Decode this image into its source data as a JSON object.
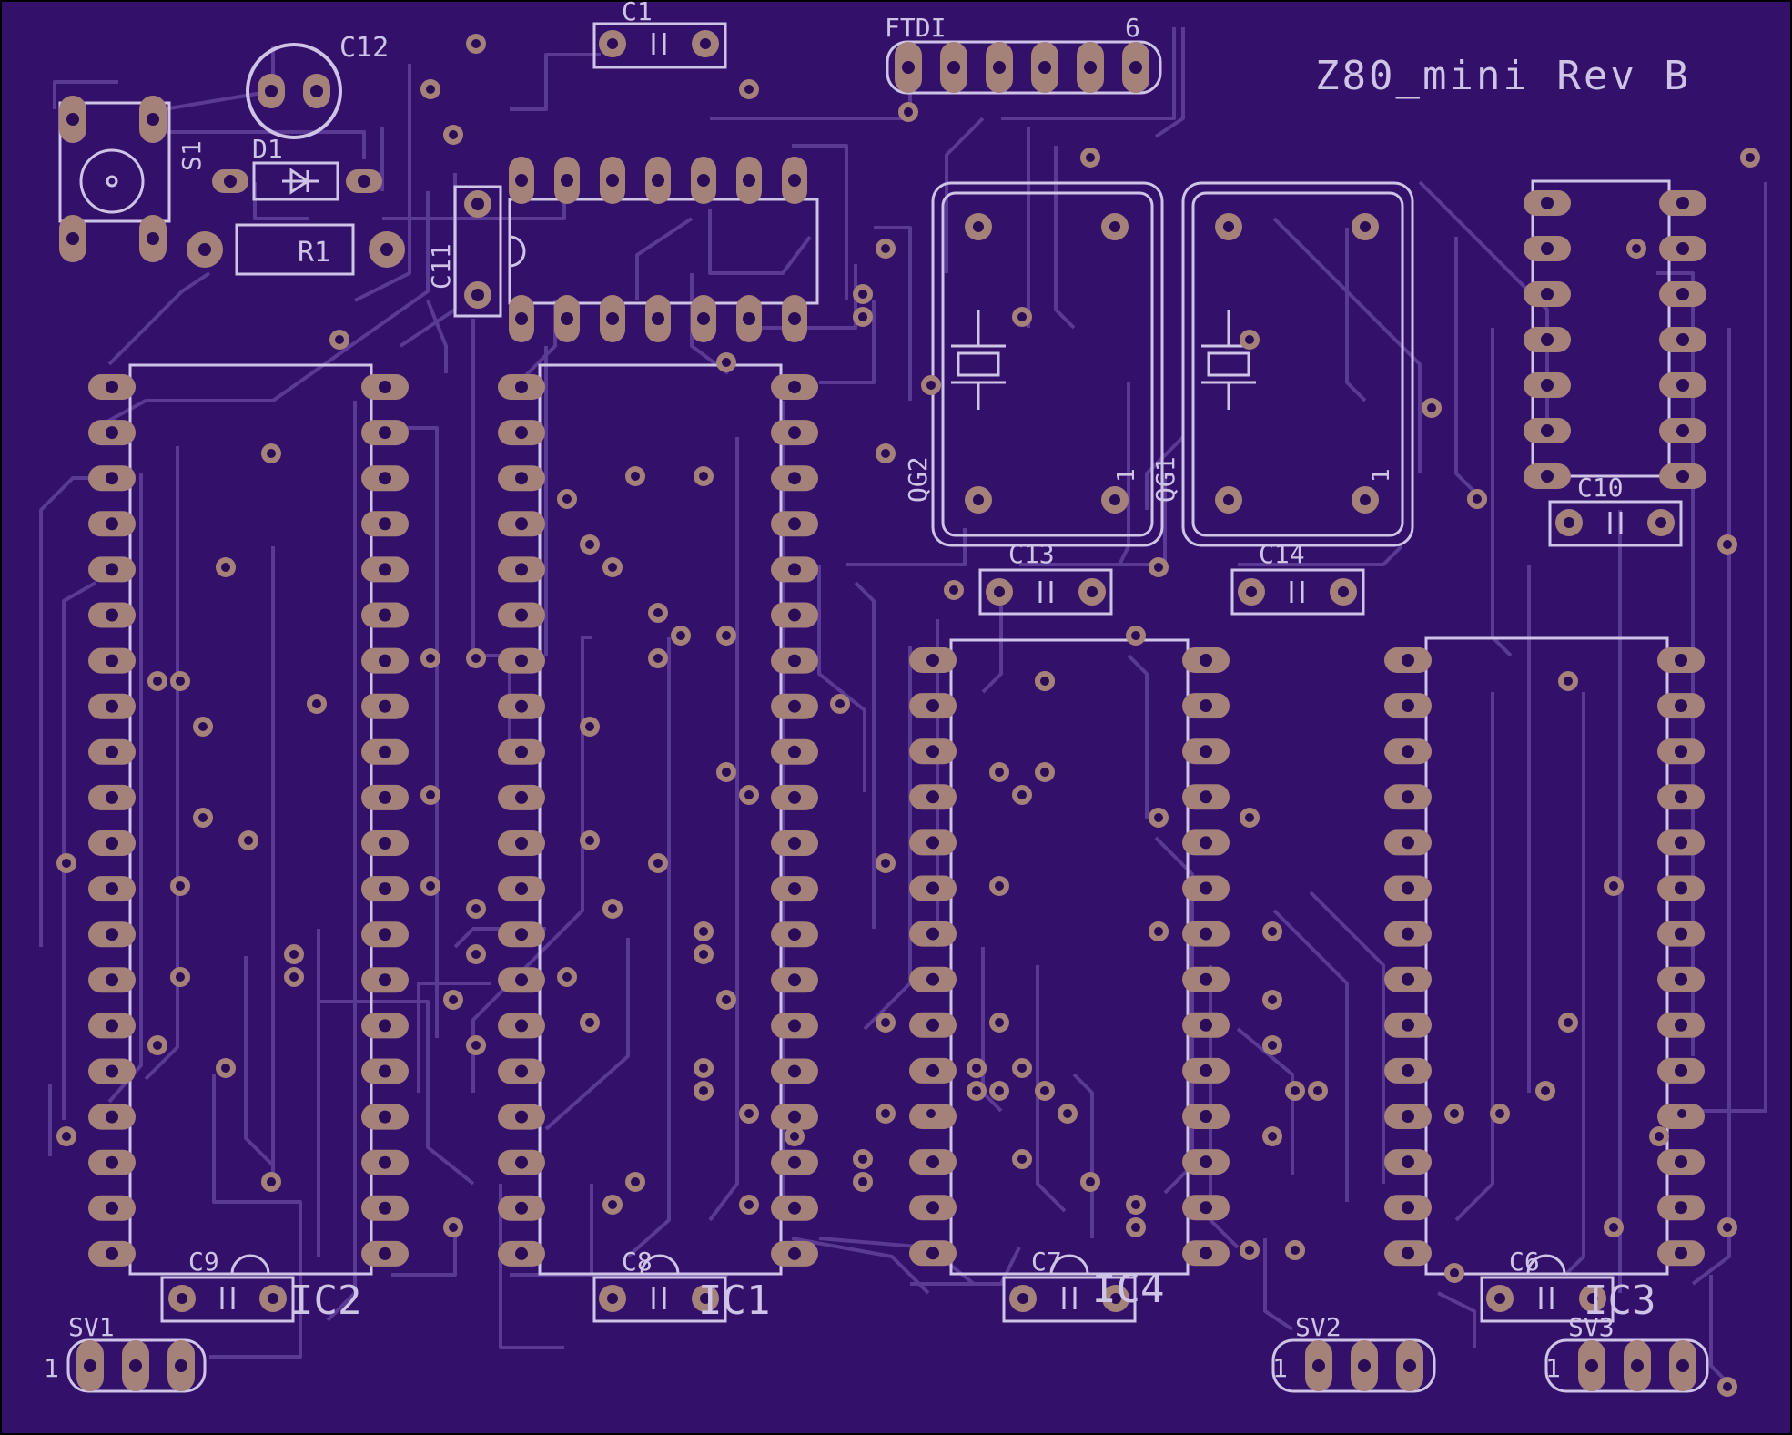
{
  "board": {
    "title": "Z80_mini Rev B",
    "colors": {
      "background": "#000000",
      "substrate": "#33106a",
      "trace": "#5b3a96",
      "silkscreen": "#cfc3e6",
      "pad": "#a48279",
      "drill": "#2a0c57"
    }
  },
  "labels": {
    "ftdi": "FTDI",
    "ftdi_pin6": "6",
    "c1": "C1",
    "c12": "C12",
    "s1": "S1",
    "d1": "D1",
    "r1": "R1",
    "c11": "C11",
    "qg2": "QG2",
    "qg1": "QG1",
    "qg2_pin1": "1",
    "qg1_pin1": "1",
    "c13": "C13",
    "c14": "C14",
    "c10": "C10",
    "c9": "C9",
    "c8": "C8",
    "c7": "C7",
    "c6": "C6",
    "ic2": "IC2",
    "ic1": "IC1",
    "ic4": "IC4",
    "ic3": "IC3",
    "sv1": "SV1",
    "sv2": "SV2",
    "sv3": "SV3",
    "sv1_pin1": "1",
    "sv2_pin1": "1",
    "sv3_pin1": "1"
  }
}
